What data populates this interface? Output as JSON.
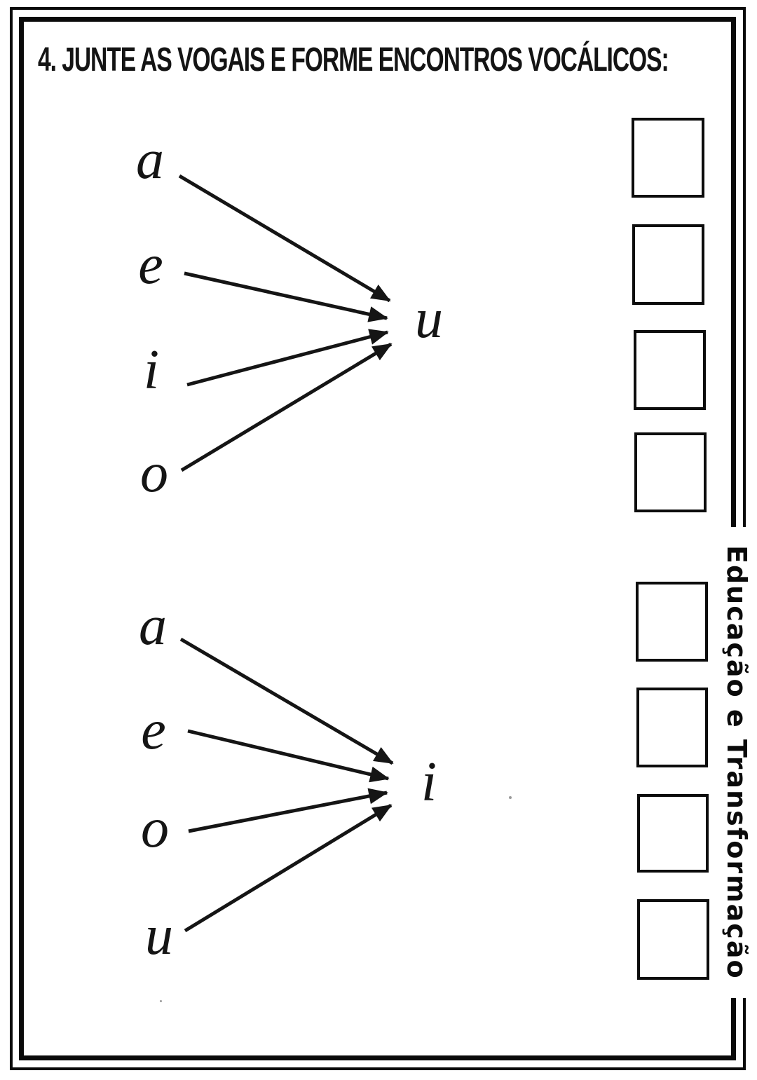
{
  "page": {
    "title": "4. JUNTE AS VOGAIS E FORME ENCONTROS VOCÁLICOS:",
    "watermark": "Educação e Transformação",
    "colors": {
      "ink": "#0c0c0c",
      "paper": "#ffffff"
    },
    "matching": [
      {
        "sources": [
          "a",
          "e",
          "i",
          "o"
        ],
        "target": "u"
      },
      {
        "sources": [
          "a",
          "e",
          "o",
          "u"
        ],
        "target": "i"
      }
    ],
    "answer_boxes": {
      "count": 8
    }
  }
}
